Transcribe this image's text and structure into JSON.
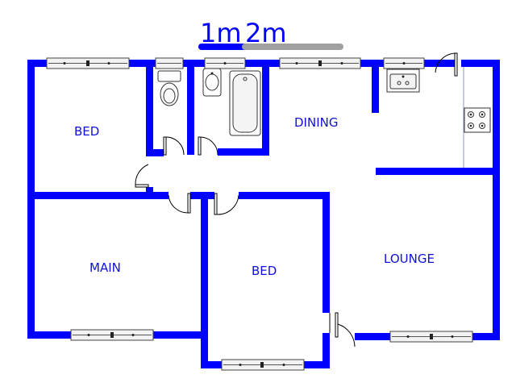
{
  "scale_bar": {
    "label_1m": "1m",
    "label_2m": "2m",
    "color_first": "#0000ff",
    "color_second": "#a0a0a0"
  },
  "rooms": {
    "bed_top_left": "BED",
    "dining": "DINING",
    "main": "MAIN",
    "bed_center": "BED",
    "lounge": "LOUNGE"
  },
  "colors": {
    "wall": "#0000ff",
    "label": "#1010d8"
  }
}
